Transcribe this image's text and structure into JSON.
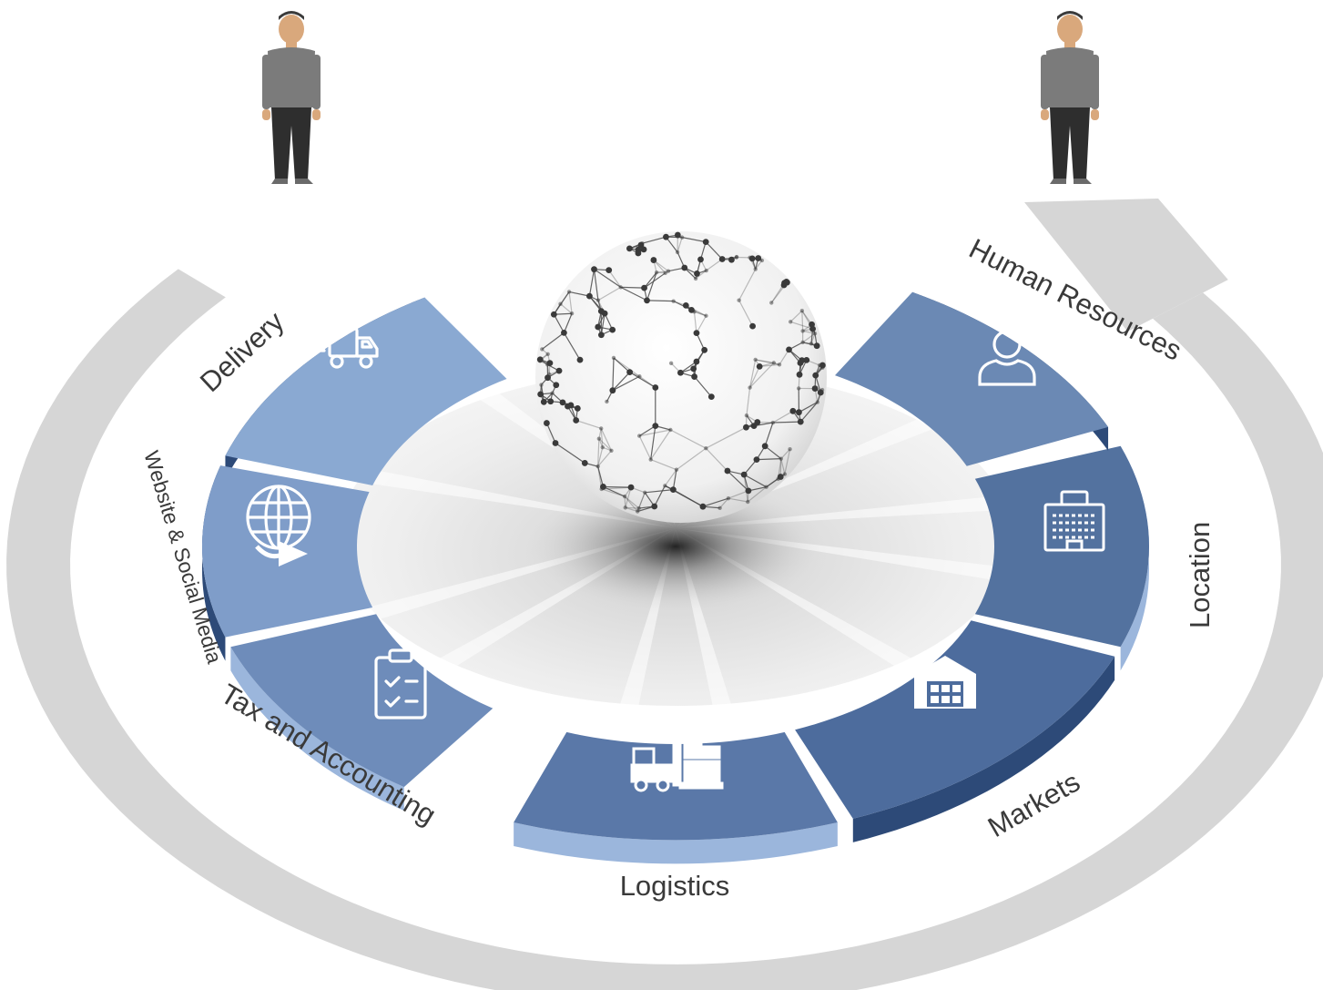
{
  "diagram": {
    "segments": [
      {
        "id": "delivery",
        "label": "Delivery",
        "icon": "delivery-truck-icon",
        "color": "#8aa9d2"
      },
      {
        "id": "website",
        "label": "Website & Social Media",
        "icon": "globe-arrow-icon",
        "color": "#7f9dc9"
      },
      {
        "id": "tax",
        "label": "Tax and Accounting",
        "icon": "clipboard-checklist-icon",
        "color": "#6e8cba"
      },
      {
        "id": "logistics",
        "label": "Logistics",
        "icon": "forklift-icon",
        "color": "#5a78a8"
      },
      {
        "id": "markets",
        "label": "Markets",
        "icon": "warehouse-icon",
        "color": "#4d6c9d"
      },
      {
        "id": "location",
        "label": "Location",
        "icon": "office-building-icon",
        "color": "#53729f"
      },
      {
        "id": "human_resources",
        "label": "Human Resources",
        "icon": "person-icon",
        "color": "#6b89b4"
      }
    ],
    "center": {
      "icon": "network-globe-icon"
    },
    "people": [
      {
        "icon": "business-person-icon",
        "side": "left"
      },
      {
        "icon": "business-person-icon",
        "side": "right"
      }
    ],
    "cycle_arrow": {
      "icon": "circular-arrow-icon",
      "color": "#d6d6d6"
    }
  }
}
